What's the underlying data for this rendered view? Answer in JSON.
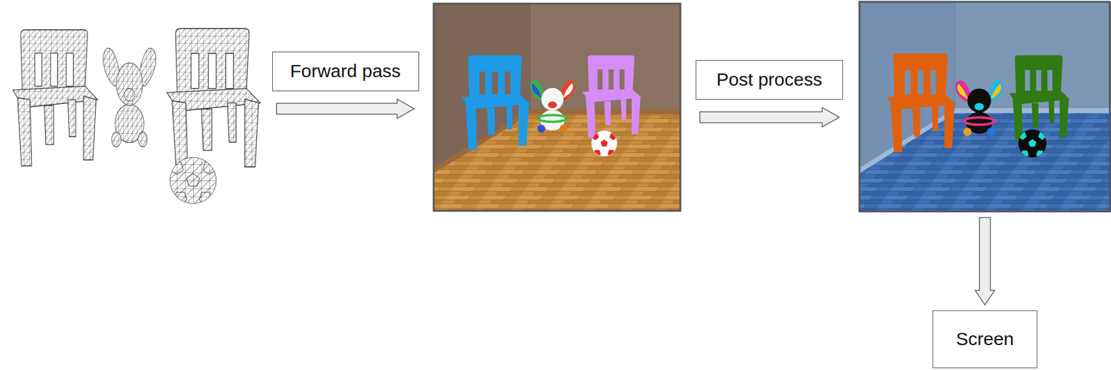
{
  "diagram": {
    "nodes": [
      {
        "text": [
          "Forward pass"
        ]
      },
      {
        "text": [
          "Post process"
        ]
      },
      {
        "text": [
          "Screen"
        ]
      }
    ]
  }
}
